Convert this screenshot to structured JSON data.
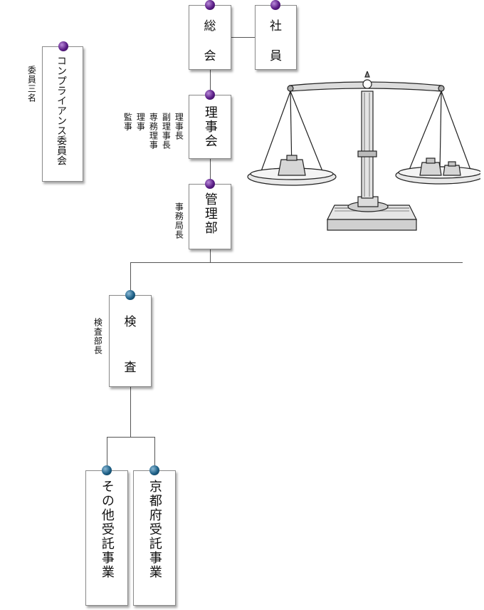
{
  "nodes": {
    "general_meeting": {
      "line1": "総",
      "line2": "会"
    },
    "members": {
      "line1": "社",
      "line2": "員"
    },
    "board": "理事会",
    "management": "管理部",
    "inspection": {
      "line1": "検",
      "line2": "査"
    },
    "compliance": "コンプライアンス委員会",
    "other_contracts": "その他受託事業",
    "kyoto_contracts": "京都府受託事業"
  },
  "labels": {
    "compliance_members": "委員三名",
    "board_col1": "理事長",
    "board_col2": "副理事長",
    "board_col3": "専務理事",
    "board_col4": "理事",
    "board_col5": "監事",
    "management_head": "事務局長",
    "inspection_head": "検査部長"
  },
  "colors": {
    "dot_purple": "#5a1d86",
    "dot_blue": "#1d5f86",
    "line": "#555555"
  },
  "icons": {
    "scale": "balance-scale-icon"
  }
}
